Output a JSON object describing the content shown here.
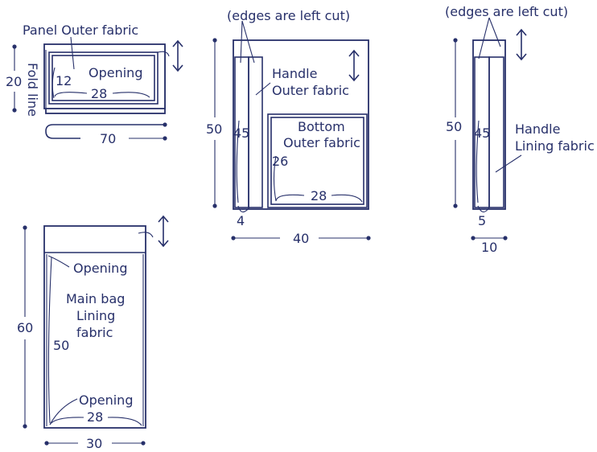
{
  "colors": {
    "ink": "#27306a",
    "background": "#ffffff"
  },
  "panel": {
    "title": "Panel Outer fabric",
    "fold_label": "Fold line",
    "opening": "Opening",
    "dim_height": "20",
    "dim_inner_height": "12",
    "dim_inner_width": "28",
    "dim_width": "70"
  },
  "handle_outer": {
    "edges_note": "(edges are left cut)",
    "label_line1": "Handle",
    "label_line2": "Outer fabric",
    "dim_height": "50",
    "dim_strip_length": "45",
    "dim_strip_width": "4",
    "dim_width": "40"
  },
  "bottom": {
    "label_line1": "Bottom",
    "label_line2": "Outer fabric",
    "dim_height": "26",
    "dim_width": "28"
  },
  "handle_lining": {
    "edges_note": "(edges are left cut)",
    "label_line1": "Handle",
    "label_line2": "Lining fabric",
    "dim_height": "50",
    "dim_strip_length": "45",
    "dim_strip_width": "5",
    "dim_width": "10"
  },
  "main_lining": {
    "opening_top": "Opening",
    "label_line1": "Main bag",
    "label_line2": "Lining",
    "label_line3": "fabric",
    "dim_height": "60",
    "dim_inner_height": "50",
    "opening_bottom": "Opening",
    "dim_inner_width": "28",
    "dim_width": "30"
  }
}
